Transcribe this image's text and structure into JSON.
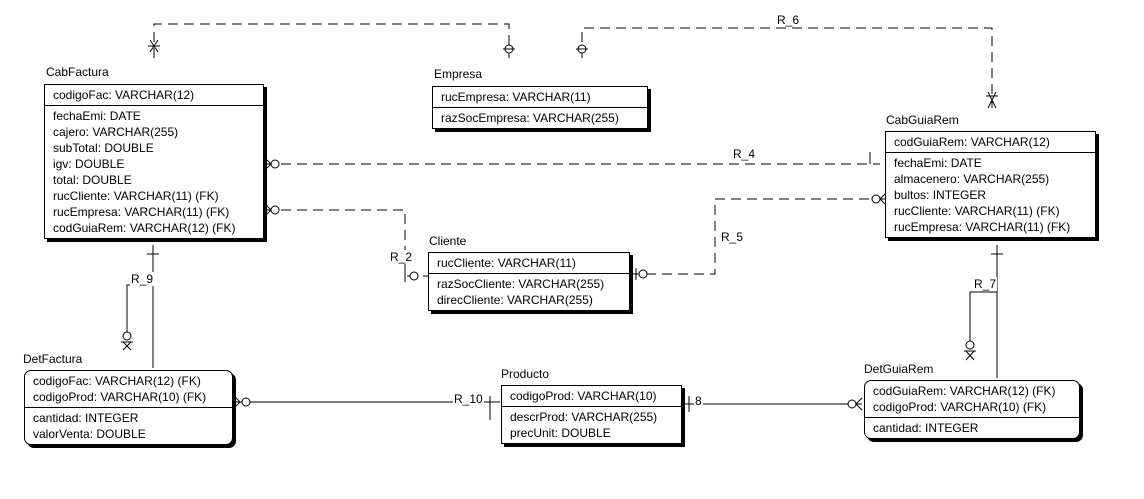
{
  "entities": {
    "cabfactura": {
      "title": "CabFactura",
      "keys": [
        "codigoFac: VARCHAR(12)"
      ],
      "attrs": [
        "fechaEmi: DATE",
        "cajero: VARCHAR(255)",
        "subTotal: DOUBLE",
        "igv: DOUBLE",
        "total: DOUBLE",
        "rucCliente: VARCHAR(11) (FK)",
        "rucEmpresa: VARCHAR(11) (FK)",
        "codGuiaRem: VARCHAR(12) (FK)"
      ]
    },
    "empresa": {
      "title": "Empresa",
      "keys": [
        "rucEmpresa: VARCHAR(11)"
      ],
      "attrs": [
        "razSocEmpresa: VARCHAR(255)"
      ]
    },
    "cabguiarem": {
      "title": "CabGuiaRem",
      "keys": [
        "codGuiaRem: VARCHAR(12)"
      ],
      "attrs": [
        "fechaEmi: DATE",
        "almacenero: VARCHAR(255)",
        "bultos: INTEGER",
        "rucCliente: VARCHAR(11) (FK)",
        "rucEmpresa: VARCHAR(11) (FK)"
      ]
    },
    "cliente": {
      "title": "Cliente",
      "keys": [
        "rucCliente: VARCHAR(11)"
      ],
      "attrs": [
        "razSocCliente: VARCHAR(255)",
        "direcCliente: VARCHAR(255)"
      ]
    },
    "detfactura": {
      "title": "DetFactura",
      "keys": [
        "codigoFac: VARCHAR(12) (FK)",
        "codigoProd: VARCHAR(10) (FK)"
      ],
      "attrs": [
        "cantidad: INTEGER",
        "valorVenta: DOUBLE"
      ]
    },
    "producto": {
      "title": "Producto",
      "keys": [
        "codigoProd: VARCHAR(10)"
      ],
      "attrs": [
        "descrProd: VARCHAR(255)",
        "precUnit: DOUBLE"
      ]
    },
    "detguiarem": {
      "title": "DetGuiaRem",
      "keys": [
        "codGuiaRem: VARCHAR(12) (FK)",
        "codigoProd: VARCHAR(10) (FK)"
      ],
      "attrs": [
        "cantidad: INTEGER"
      ]
    }
  },
  "relationships": {
    "r2": "R_2",
    "r4": "R_4",
    "r5": "R_5",
    "r6": "R_6",
    "r7": "R_7",
    "r8": "8",
    "r9": "R_9",
    "r10": "R_10"
  }
}
